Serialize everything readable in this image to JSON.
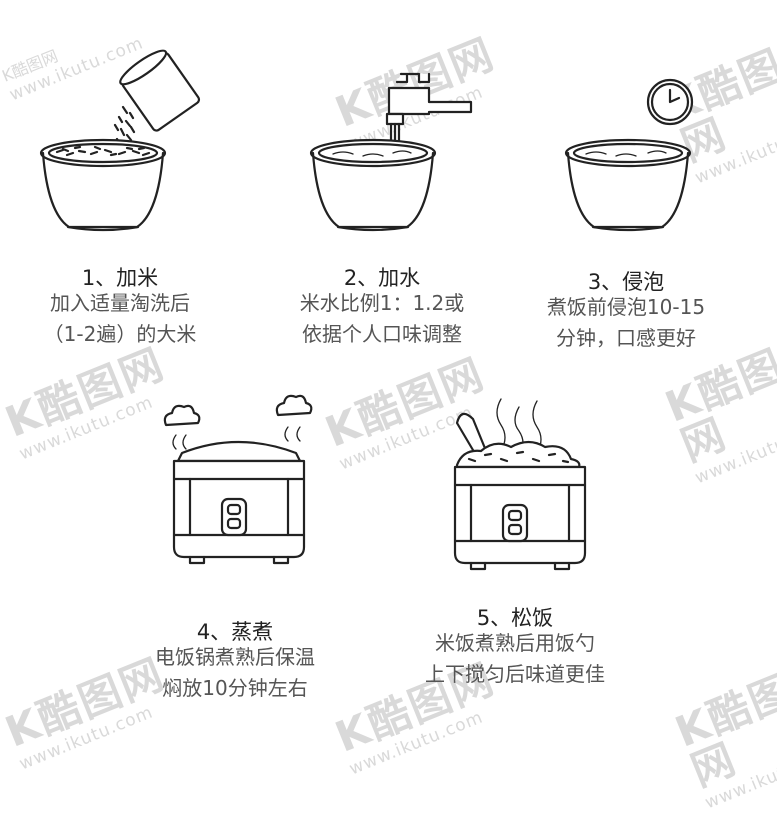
{
  "watermark": {
    "logo": "K酷图网",
    "url": "www.ikutu.com"
  },
  "steps": [
    {
      "title": "1、加米",
      "desc": [
        "加入适量淘洗后",
        "（1-2遍）的大米"
      ]
    },
    {
      "title": "2、加水",
      "desc": [
        "米水比例1：1.2或",
        "依据个人口味调整"
      ]
    },
    {
      "title": "3、侵泡",
      "desc": [
        "煮饭前侵泡10-15",
        "分钟，口感更好"
      ]
    },
    {
      "title": "4、蒸煮",
      "desc": [
        "电饭锅煮熟后保温",
        "焖放10分钟左右"
      ]
    },
    {
      "title": "5、松饭",
      "desc": [
        "米饭煮熟后用饭勺",
        "上下搅匀后味道更佳"
      ]
    }
  ]
}
